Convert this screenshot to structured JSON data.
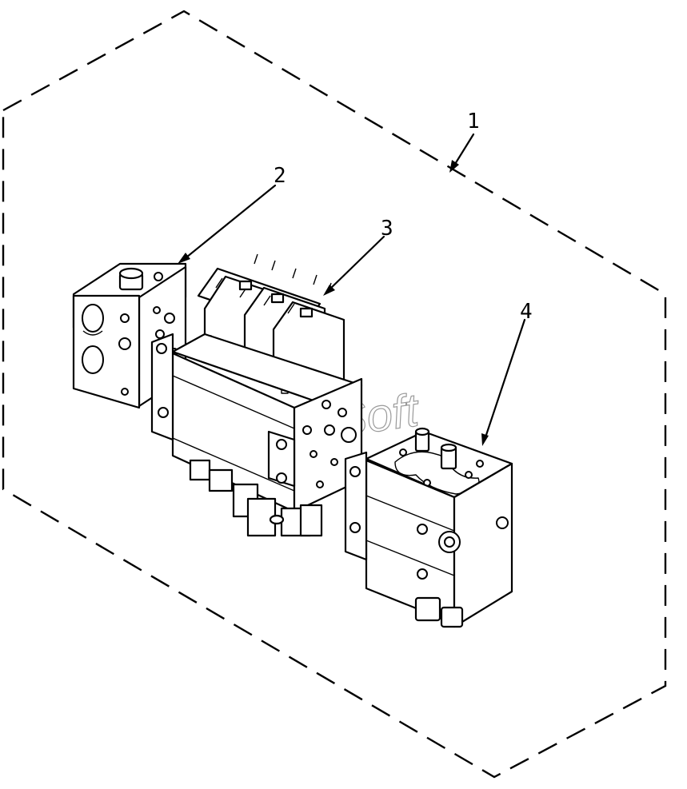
{
  "diagram": {
    "callouts": [
      {
        "id": "1",
        "label": "1"
      },
      {
        "id": "2",
        "label": "2"
      },
      {
        "id": "3",
        "label": "3"
      },
      {
        "id": "4",
        "label": "4"
      }
    ],
    "watermark": "AutoSoft"
  }
}
